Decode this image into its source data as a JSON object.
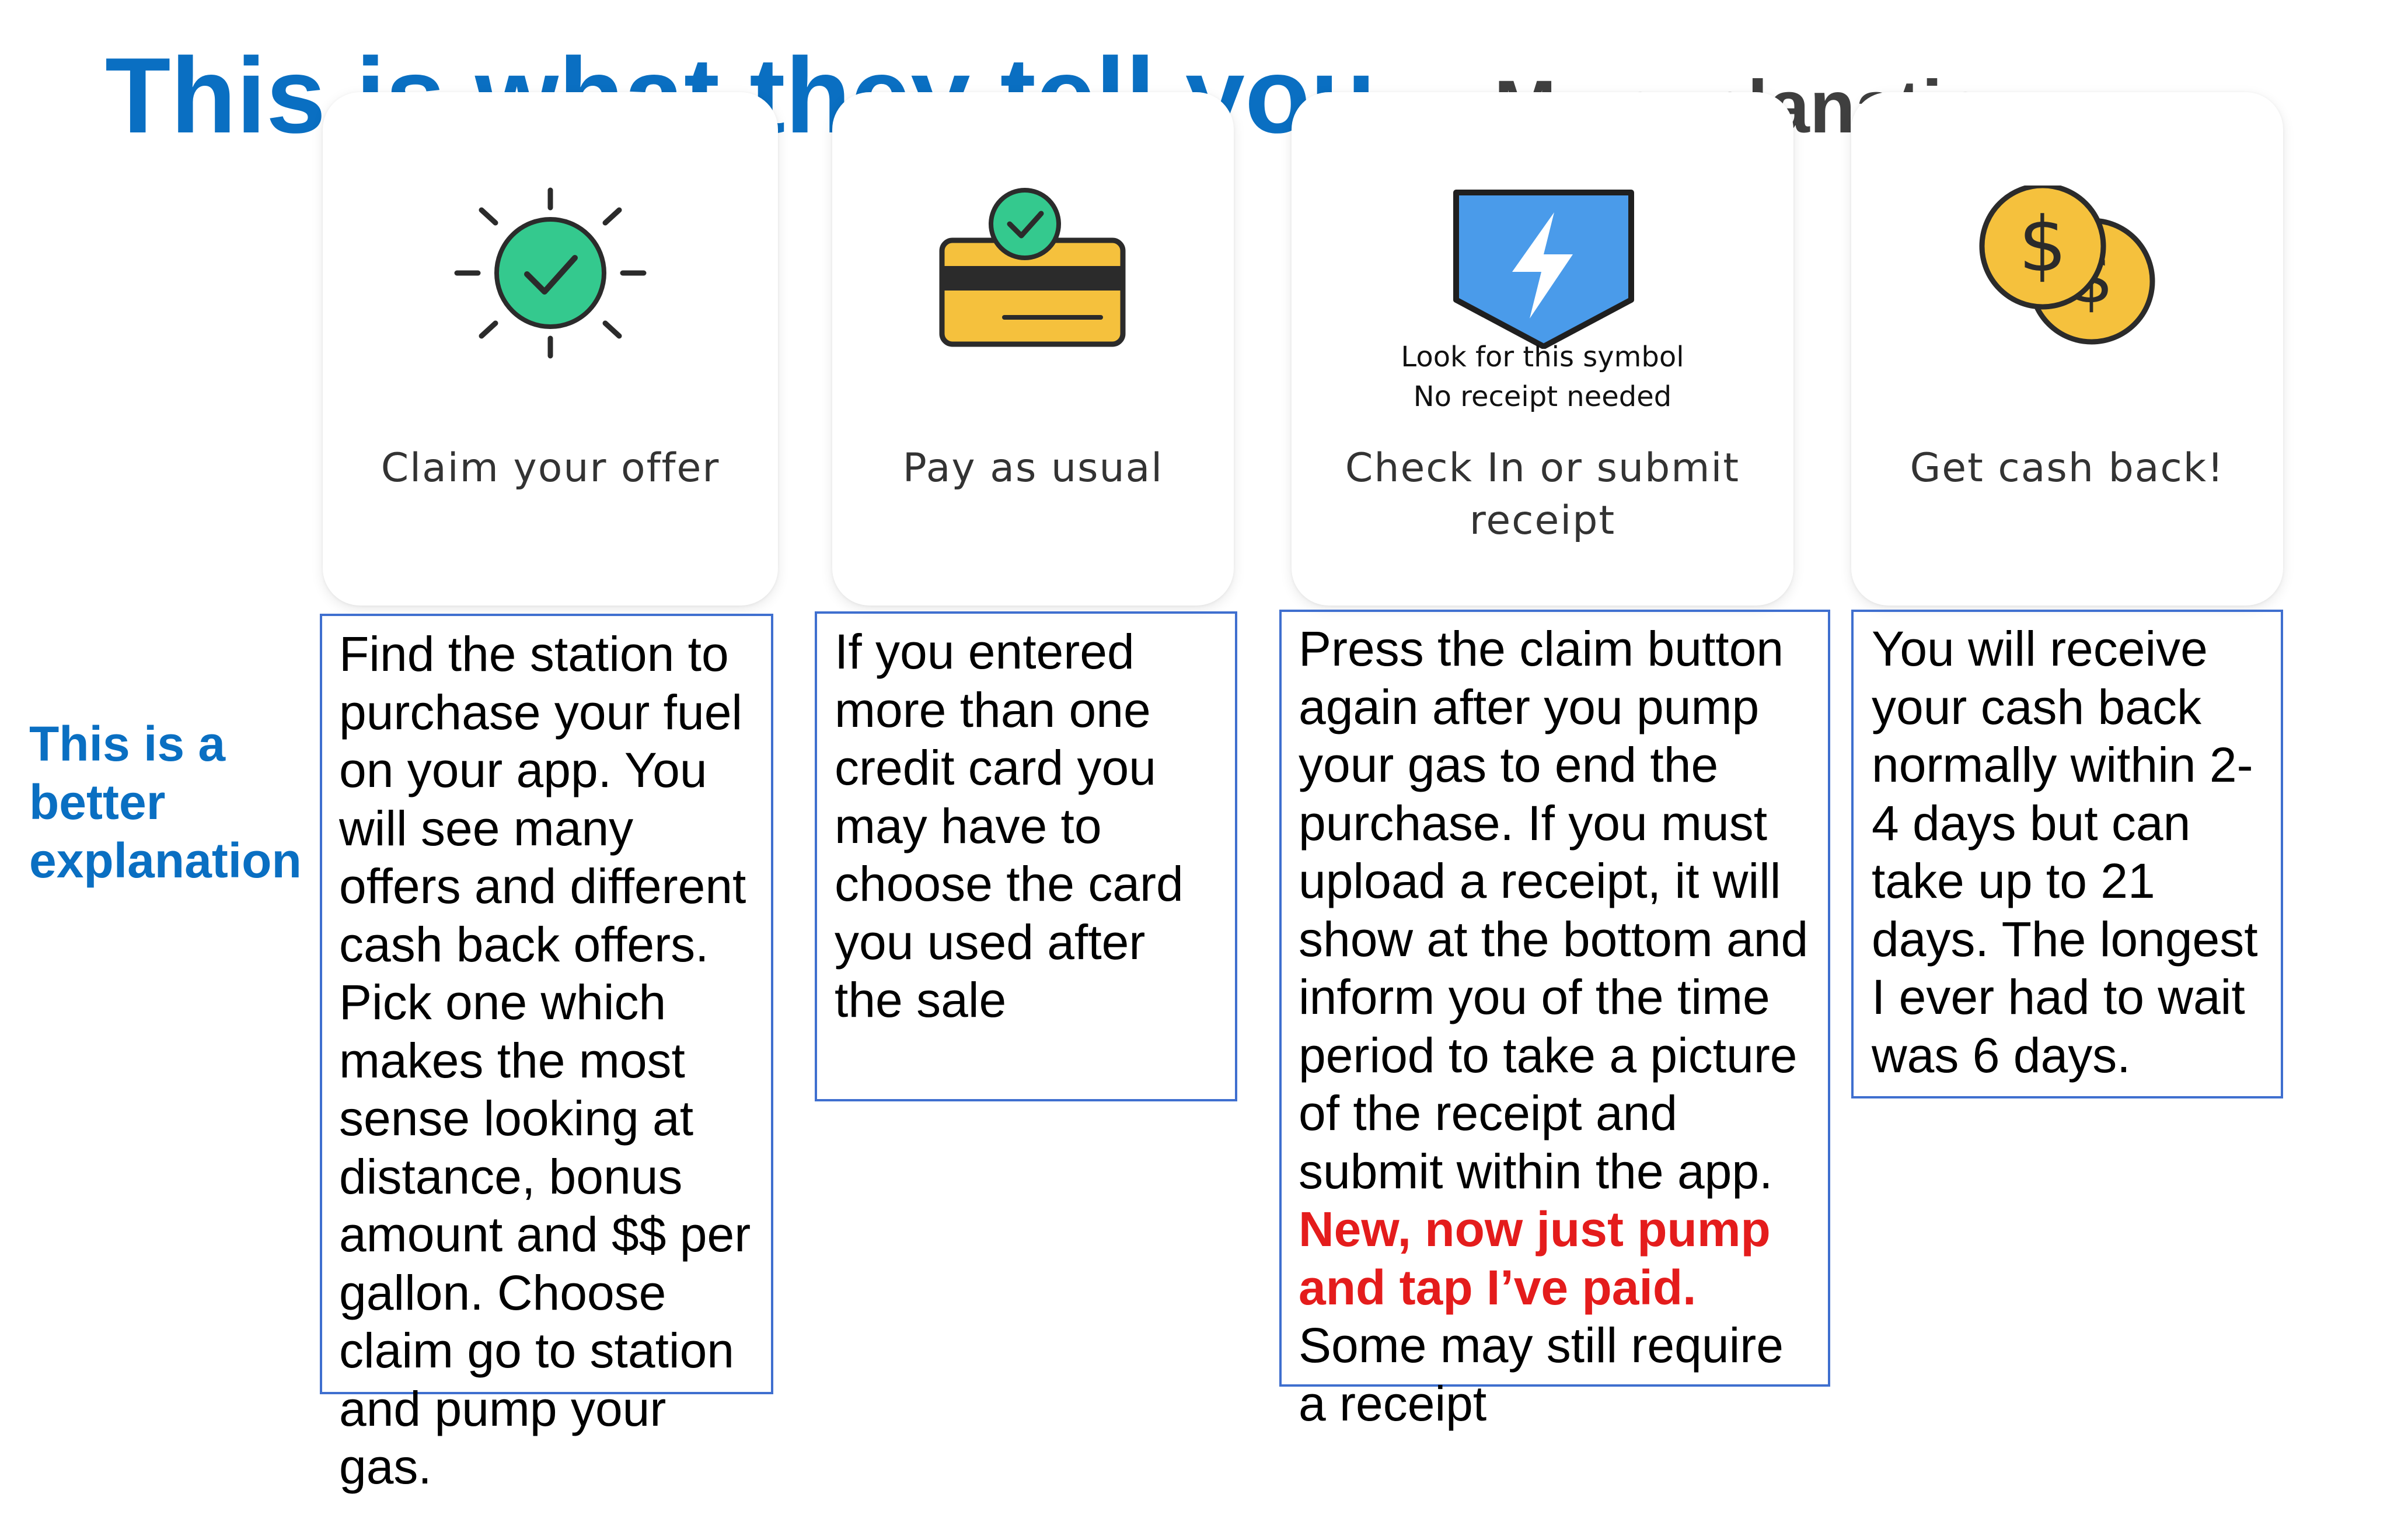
{
  "title": {
    "main": "This is what they tell you",
    "dash": "–",
    "sub": "My explanation"
  },
  "side_label": "This is a\nbetter\nexplanation",
  "steps": [
    {
      "label": "Claim your offer",
      "icon": "sun-check-icon",
      "explanation": "Find the station to\npurchase your fuel\non your app. You\nwill see many\noffers and different\ncash back offers.\nPick one which\nmakes the most\nsense looking at\ndistance, bonus\namount and $$ per\ngallon. Choose\nclaim go to station\nand pump your\ngas."
    },
    {
      "label": "Pay as usual",
      "icon": "credit-card-check-icon",
      "explanation": "If you entered\nmore than one\ncredit card you\nmay have to\nchoose the card\nyou used after\nthe sale"
    },
    {
      "label": "Check In or submit\nreceipt",
      "icon": "lightning-shield-icon",
      "note": "Look for this symbol\nNo receipt needed",
      "explanation": "Press the claim button\nagain after you pump\nyour gas to end the\npurchase. If you must\nupload a receipt, it will\nshow at the bottom and\ninform you of the time\nperiod to take a picture\nof the receipt and\nsubmit within the app.",
      "explanation_highlight": "New, now just pump\nand tap I’ve paid.",
      "explanation_after": "Some may still require\na receipt"
    },
    {
      "label": "Get cash back!",
      "icon": "coins-icon",
      "explanation": "You will receive\nyour cash back\nnormally within 2-\n4 days but can\ntake up to 21\ndays. The longest\nI ever had to wait\nwas 6 days."
    }
  ],
  "colors": {
    "title_blue": "#0a6fc2",
    "green": "#34c98e",
    "yellow": "#f5c13d",
    "shield_blue": "#4a9bea",
    "box_border": "#3f6fcf",
    "highlight_red": "#e41c1c"
  }
}
